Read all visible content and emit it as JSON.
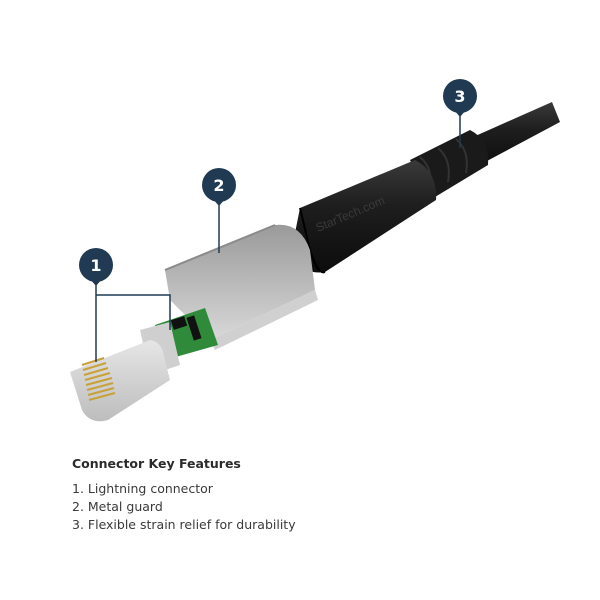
{
  "illustration": {
    "subject": "Lightning cable connector cutaway",
    "brand_text": "StarTech.com",
    "callouts": [
      {
        "number": "1",
        "target": "lightning-connector"
      },
      {
        "number": "2",
        "target": "metal-guard"
      },
      {
        "number": "3",
        "target": "strain-relief"
      }
    ],
    "colors": {
      "callout_bg": "#1f3a52",
      "callout_text": "#ffffff",
      "cable": "#1c1c1c",
      "guard": "#c9c9c9",
      "pcb": "#2f8a3a",
      "pins": "#c9a13a"
    }
  },
  "features": {
    "title": "Connector Key Features",
    "items": [
      "1. Lightning connector",
      "2. Metal guard",
      "3. Flexible strain relief for durability"
    ]
  }
}
